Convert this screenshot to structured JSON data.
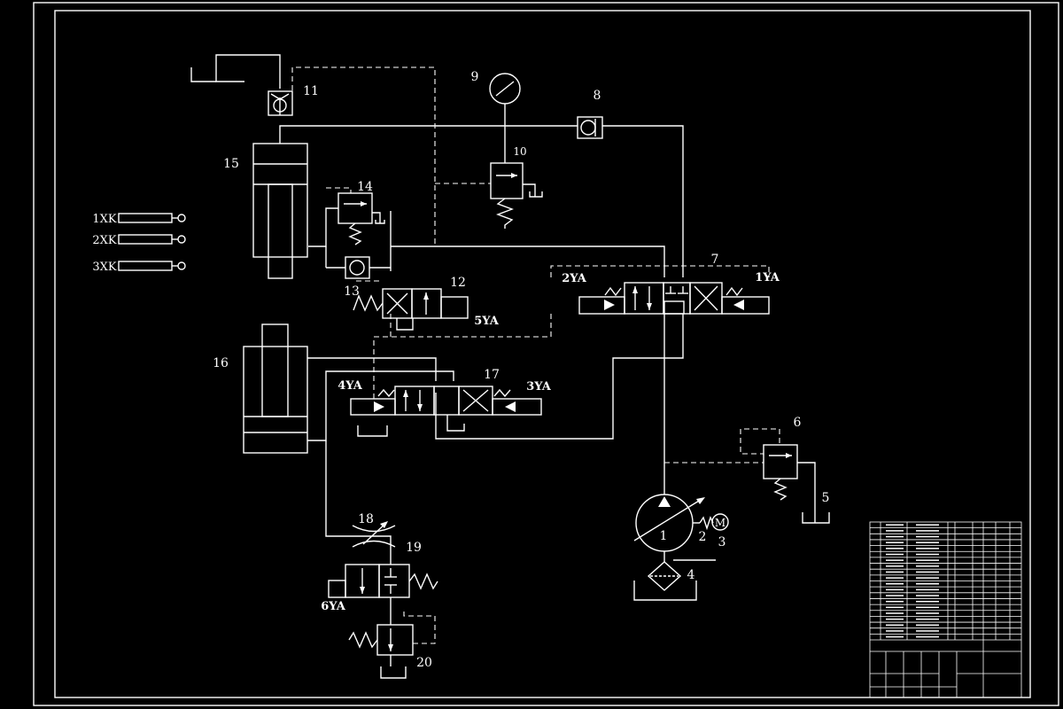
{
  "colors": {
    "background": "#000000",
    "line": "#ffffff"
  },
  "labels": {
    "c1": "1",
    "c2": "2",
    "c3": "3",
    "c4": "4",
    "c5": "5",
    "c6": "6",
    "c7": "7",
    "c8": "8",
    "c9": "9",
    "c10": "10",
    "c11": "11",
    "c12": "12",
    "c13": "13",
    "c14": "14",
    "c15": "15",
    "c16": "16",
    "c17": "17",
    "c18": "18",
    "c19": "19",
    "c20": "20",
    "ya1": "1YA",
    "ya2": "2YA",
    "ya3": "3YA",
    "ya4": "4YA",
    "ya5": "5YA",
    "ya6": "6YA",
    "xk1": "1XK",
    "xk2": "2XK",
    "xk3": "3XK",
    "motor": "M"
  }
}
